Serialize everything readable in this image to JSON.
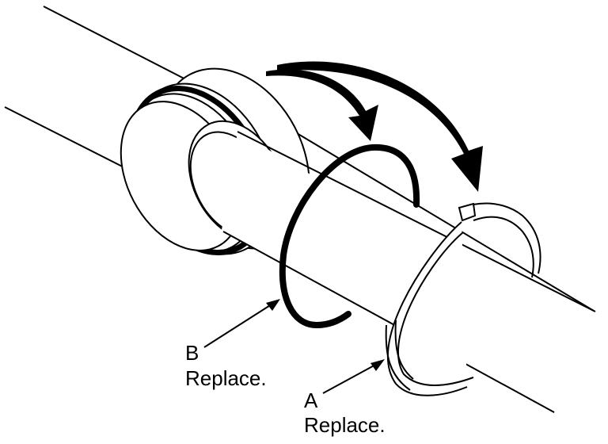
{
  "callouts": {
    "b": {
      "letter": "B",
      "text": "Replace."
    },
    "a": {
      "letter": "A",
      "text": "Replace."
    }
  },
  "colors": {
    "line": "#000000",
    "background": "#ffffff"
  }
}
